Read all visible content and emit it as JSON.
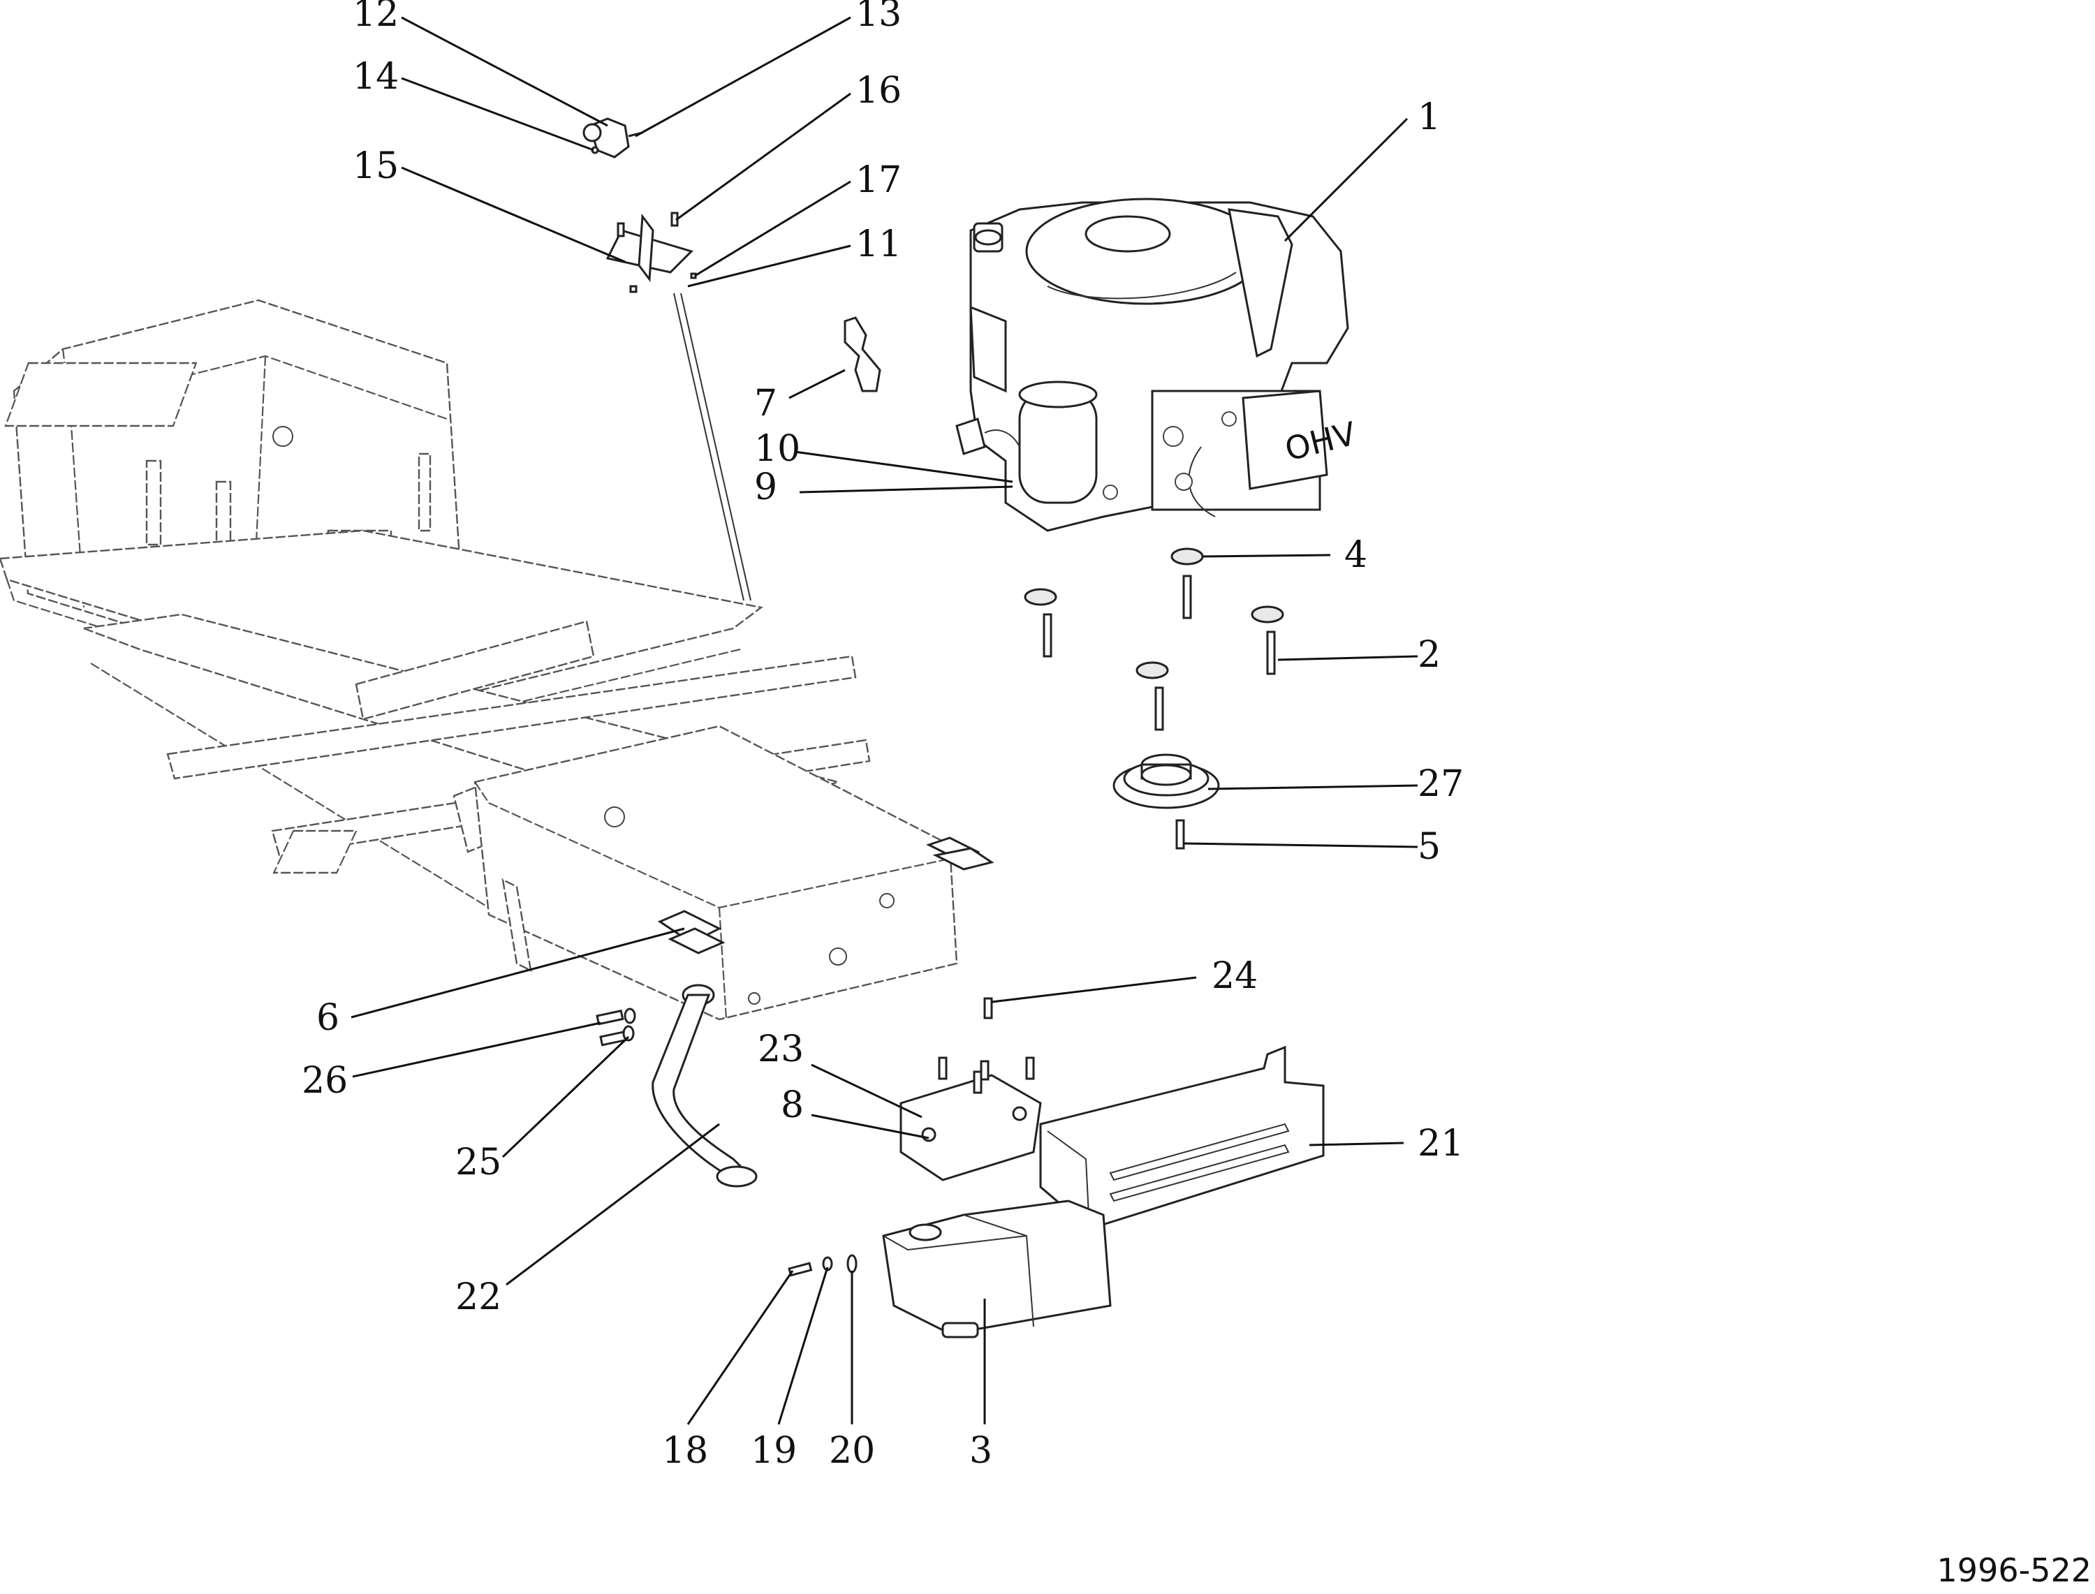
{
  "figure_number": "1996-522",
  "callouts": [
    {
      "id": "1",
      "label": "1"
    },
    {
      "id": "2",
      "label": "2"
    },
    {
      "id": "3",
      "label": "3"
    },
    {
      "id": "4",
      "label": "4"
    },
    {
      "id": "5",
      "label": "5"
    },
    {
      "id": "6",
      "label": "6"
    },
    {
      "id": "7",
      "label": "7"
    },
    {
      "id": "8",
      "label": "8"
    },
    {
      "id": "9",
      "label": "9"
    },
    {
      "id": "10",
      "label": "10"
    },
    {
      "id": "11",
      "label": "11"
    },
    {
      "id": "12",
      "label": "12"
    },
    {
      "id": "13",
      "label": "13"
    },
    {
      "id": "14",
      "label": "14"
    },
    {
      "id": "15",
      "label": "15"
    },
    {
      "id": "16",
      "label": "16"
    },
    {
      "id": "17",
      "label": "17"
    },
    {
      "id": "18",
      "label": "18"
    },
    {
      "id": "19",
      "label": "19"
    },
    {
      "id": "20",
      "label": "20"
    },
    {
      "id": "21",
      "label": "21"
    },
    {
      "id": "22",
      "label": "22"
    },
    {
      "id": "23",
      "label": "23"
    },
    {
      "id": "24",
      "label": "24"
    },
    {
      "id": "25",
      "label": "25"
    },
    {
      "id": "26",
      "label": "26"
    },
    {
      "id": "27",
      "label": "27"
    }
  ],
  "engine_badge": "OHV"
}
